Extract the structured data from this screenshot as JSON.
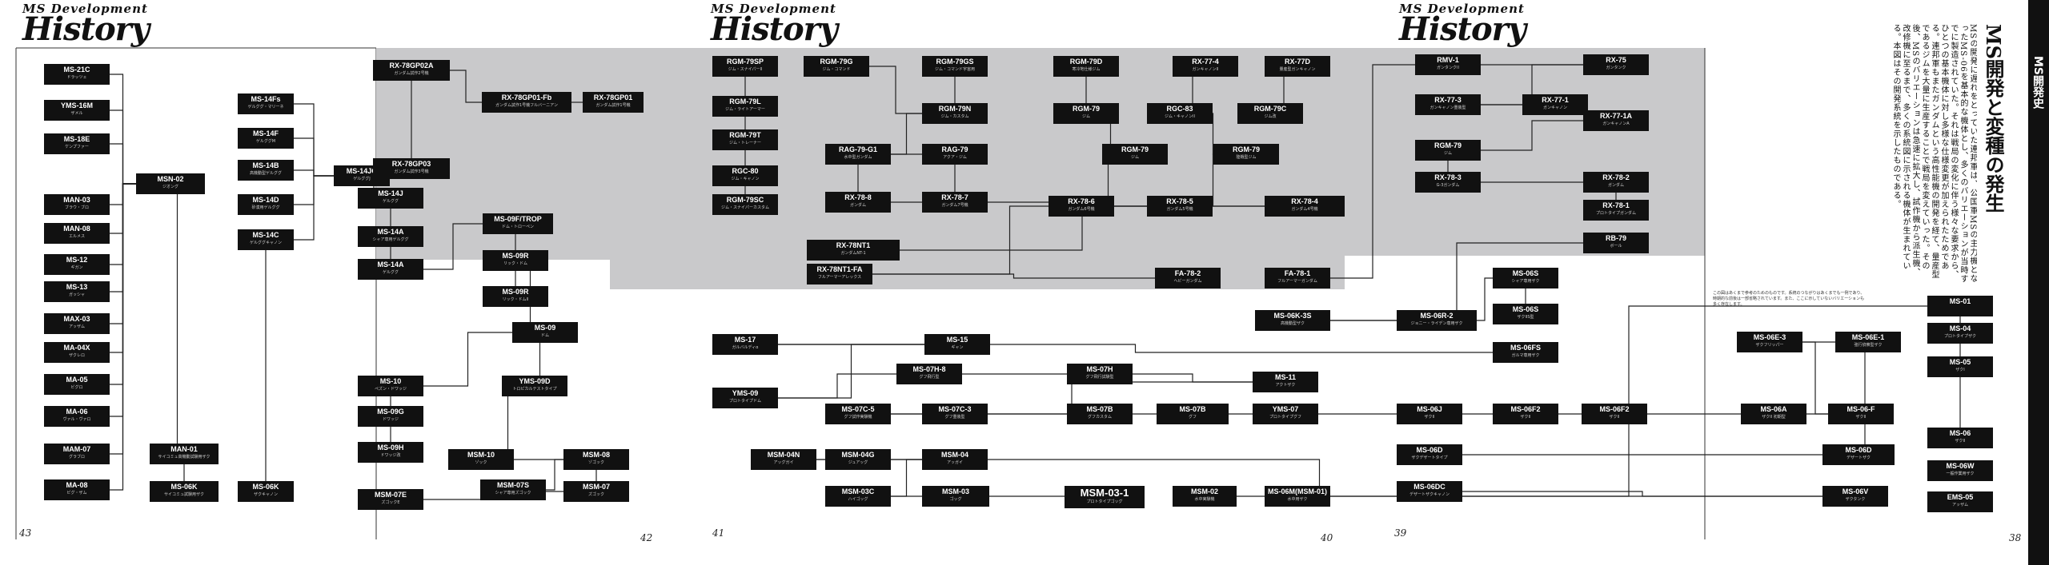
{
  "titles": [
    {
      "sub": "MS Development",
      "main": "History"
    },
    {
      "sub": "MS Development",
      "main": "History"
    },
    {
      "sub": "MS Development",
      "main": "History"
    }
  ],
  "page_numbers": [
    "43",
    "42",
    "41",
    "40",
    "39",
    "38"
  ],
  "sidebar": {
    "text": "MS開発史"
  },
  "article": {
    "heading": "MS開発と変種の発生",
    "body": "MSの開発に遅れをとっていた連邦軍は、公国軍MSの主力機となったMS-06を基本的な機体とし、多くのバリエーションが当時すでに製造されていた。それは戦局の変化に伴う様々な要求から、ひとつの基本機体に対し多様な仕様変更が加えられたためである。連邦軍もまたガンダムという高性能機の開発を経て、量産型であるジムを大量に生産することで戦局を変えていった。その後、MSのバリエーションは急速に拡大し、試作機から派生機、改修機に至るまで、多くの系統図に示される機体が生まれている。本図はその開発系統を示したものである。"
  },
  "note": "この図はあくまで参考のためのものです。系統のつながりはあくまでも一例であり、時期的な前後は一部省略されています。また、ここに示していないバリエーションも多く存在します。",
  "nodes": [
    {
      "label": "MS-21C",
      "name": "ドラッツェ"
    },
    {
      "label": "YMS-16M",
      "name": "ザメル"
    },
    {
      "label": "MS-18E",
      "name": "ケンプファー"
    },
    {
      "label": "MAN-03",
      "name": "ブラウ・ブロ"
    },
    {
      "label": "MAN-08",
      "name": "エルメス"
    },
    {
      "label": "MS-12",
      "name": "ギガン"
    },
    {
      "label": "MS-13",
      "name": "ガッシャ"
    },
    {
      "label": "MAX-03",
      "name": "アッザム"
    },
    {
      "label": "MA-04X",
      "name": "ザクレロ"
    },
    {
      "label": "MA-05",
      "name": "ビグロ"
    },
    {
      "label": "MA-06",
      "name": "ヴァル・ヴァロ"
    },
    {
      "label": "MAM-07",
      "name": "グラブロ"
    },
    {
      "label": "MA-08",
      "name": "ビグ・ザム"
    },
    {
      "label": "MSN-02",
      "name": "ジオング"
    },
    {
      "label": "MAN-01",
      "name": "サイコミュ高機動試験用ザク"
    },
    {
      "label": "MS-06K",
      "name": "サイコミュ試験用ザク"
    },
    {
      "label": "MS-14Fs",
      "name": "ゲルググ・マリーネ"
    },
    {
      "label": "MS-14F",
      "name": "ゲルググM"
    },
    {
      "label": "MS-14B",
      "name": "高機動型ゲルググ"
    },
    {
      "label": "MS-14D",
      "name": "砂漠用ゲルググ"
    },
    {
      "label": "MS-14C",
      "name": "ゲルググキャノン"
    },
    {
      "label": "MS-06K",
      "name": "ザクキャノン"
    },
    {
      "label": "MS-14JG",
      "name": "ゲルググJ"
    },
    {
      "label": "MS-14J",
      "name": "ゲルググ"
    },
    {
      "label": "MS-14A",
      "name": "シャア専用ゲルググ"
    },
    {
      "label": "MS-14A",
      "name": "ゲルググ"
    },
    {
      "label": "MS-09F/TROP",
      "name": "ドム・トローペン"
    },
    {
      "label": "MS-09R",
      "name": "リック・ドム"
    },
    {
      "label": "MS-09R",
      "name": "リック・ドムII"
    },
    {
      "label": "MS-09",
      "name": "ドム"
    },
    {
      "label": "MS-10",
      "name": "ペズン・ドワッジ"
    },
    {
      "label": "MS-09G",
      "name": "ドワッジ"
    },
    {
      "label": "MS-09H",
      "name": "ドワッジ改"
    },
    {
      "label": "YMS-09D",
      "name": "トロピカルテストタイプ"
    },
    {
      "label": "MSM-10",
      "name": "ゾック"
    },
    {
      "label": "MSM-08",
      "name": "ゾゴック"
    },
    {
      "label": "MSM-07S",
      "name": "シャア専用ズゴック"
    },
    {
      "label": "MSM-07",
      "name": "ズゴック"
    },
    {
      "label": "MSM-07E",
      "name": "ズゴックE"
    },
    {
      "label": "RX-78GP02A",
      "name": "ガンダム試作2号機"
    },
    {
      "label": "RX-78GP01-Fb",
      "name": "ガンダム試作1号機フルバーニアン"
    },
    {
      "label": "RX-78GP01",
      "name": "ガンダム試作1号機"
    },
    {
      "label": "RX-78GP03",
      "name": "ガンダム試作3号機"
    },
    {
      "label": "RGM-79SP",
      "name": "ジム・スナイパーII"
    },
    {
      "label": "RGM-79G",
      "name": "ジム・コマンド"
    },
    {
      "label": "RGM-79GS",
      "name": "ジム・コマンド宇宙用"
    },
    {
      "label": "RGM-79D",
      "name": "寒冷地仕様ジム"
    },
    {
      "label": "RX-77-4",
      "name": "ガンキャノンII"
    },
    {
      "label": "RX-77D",
      "name": "量産型ガンキャノン"
    },
    {
      "label": "RGM-79L",
      "name": "ジム・ライトアーマー"
    },
    {
      "label": "RGM-79N",
      "name": "ジム・カスタム"
    },
    {
      "label": "RGM-79",
      "name": "ジム"
    },
    {
      "label": "RGC-83",
      "name": "ジム・キャノンII"
    },
    {
      "label": "RGM-79C",
      "name": "ジム改"
    },
    {
      "label": "RGM-79T",
      "name": "ジム・トレーナー"
    },
    {
      "label": "RGC-80",
      "name": "ジム・キャノン"
    },
    {
      "label": "RGM-79SC",
      "name": "ジム・スナイパーカスタム"
    },
    {
      "label": "RAG-79-G1",
      "name": "水中型ガンダム"
    },
    {
      "label": "RAG-79",
      "name": "アクア・ジム"
    },
    {
      "label": "RGM-79",
      "name": "ジム"
    },
    {
      "label": "RGM-79",
      "name": "陸戦型ジム"
    },
    {
      "label": "RX-78-8",
      "name": "ガンダム"
    },
    {
      "label": "RX-78-7",
      "name": "ガンダム7号機"
    },
    {
      "label": "RX-78-6",
      "name": "ガンダム6号機"
    },
    {
      "label": "RX-78-5",
      "name": "ガンダム5号機"
    },
    {
      "label": "RX-78-4",
      "name": "ガンダム4号機"
    },
    {
      "label": "RX-78NT1",
      "name": "ガンダムNT-1"
    },
    {
      "label": "RX-78NT1-FA",
      "name": "フルアーマーアレックス"
    },
    {
      "label": "FA-78-2",
      "name": "ヘビーガンダム"
    },
    {
      "label": "FA-78-1",
      "name": "フルアーマーガンダム"
    },
    {
      "label": "RMV-1",
      "name": "ガンタンクII"
    },
    {
      "label": "RX-75",
      "name": "ガンタンク"
    },
    {
      "label": "RX-77-3",
      "name": "ガンキャノン重装型"
    },
    {
      "label": "RX-77-1",
      "name": "ガンキャノン"
    },
    {
      "label": "RX-77-1A",
      "name": "ガンキャノンA"
    },
    {
      "label": "RGM-79",
      "name": "ジム"
    },
    {
      "label": "RX-78-3",
      "name": "G-3ガンダム"
    },
    {
      "label": "RX-78-2",
      "name": "ガンダム"
    },
    {
      "label": "RX-78-1",
      "name": "プロトタイプガンダム"
    },
    {
      "label": "RB-79",
      "name": "ボール"
    },
    {
      "label": "MS-06K-3S",
      "name": "高機動型ザク"
    },
    {
      "label": "MS-06R-2",
      "name": "ジョニー・ライデン専用ザク"
    },
    {
      "label": "MS-06S",
      "name": "シャア専用ザク"
    },
    {
      "label": "MS-06S",
      "name": "ザクIIS型"
    },
    {
      "label": "MS-06FS",
      "name": "ガルマ専用ザク"
    },
    {
      "label": "MS-17",
      "name": "ガルバルディα"
    },
    {
      "label": "MS-15",
      "name": "ギャン"
    },
    {
      "label": "YMS-09",
      "name": "プロトタイプドム"
    },
    {
      "label": "MS-07H-8",
      "name": "グフ飛行型"
    },
    {
      "label": "MS-07H",
      "name": "グフ飛行試験型"
    },
    {
      "label": "MS-11",
      "name": "アクトザク"
    },
    {
      "label": "MS-07C-5",
      "name": "グフ試作実験機"
    },
    {
      "label": "MS-07C-3",
      "name": "グフ重装型"
    },
    {
      "label": "MS-07B",
      "name": "グフカスタム"
    },
    {
      "label": "MS-07B",
      "name": "グフ"
    },
    {
      "label": "YMS-07",
      "name": "プロトタイプグフ"
    },
    {
      "label": "MS-06J",
      "name": "ザクII"
    },
    {
      "label": "MS-06F2",
      "name": "ザクII"
    },
    {
      "label": "MS-06F2",
      "name": "ザクII"
    },
    {
      "label": "MS-06A",
      "name": "ザクII 初期型"
    },
    {
      "label": "MS-06-F",
      "name": "ザクII"
    },
    {
      "label": "MS-06E-3",
      "name": "ザクフリッパー"
    },
    {
      "label": "MS-06E-1",
      "name": "強行偵察型ザク"
    },
    {
      "label": "MS-06D",
      "name": "デザートザク"
    },
    {
      "label": "MS-06D",
      "name": "ザクデザートタイプ"
    },
    {
      "label": "MS-06DC",
      "name": "デザートザクキャノン"
    },
    {
      "label": "MS-06V",
      "name": "ザクタンク"
    },
    {
      "label": "MSM-04N",
      "name": "アッグガイ"
    },
    {
      "label": "MSM-04G",
      "name": "ジュアッグ"
    },
    {
      "label": "MSM-04",
      "name": "アッガイ"
    },
    {
      "label": "MSM-03C",
      "name": "ハイゴッグ"
    },
    {
      "label": "MSM-03",
      "name": "ゴッグ"
    },
    {
      "label": "MSM-03-1",
      "name": "プロトタイプゴッグ"
    },
    {
      "label": "MSM-02",
      "name": "水中実験機"
    },
    {
      "label": "MS-06M(MSM-01)",
      "name": "水中用ザク"
    },
    {
      "label": "MS-01",
      "name": ""
    },
    {
      "label": "MS-04",
      "name": "プロトタイプザク"
    },
    {
      "label": "MS-05",
      "name": "ザクI"
    },
    {
      "label": "MS-06",
      "name": "ザクII"
    },
    {
      "label": "MS-06W",
      "name": "一般作業用ザク"
    },
    {
      "label": "EMS-05",
      "name": "アッザム"
    }
  ]
}
